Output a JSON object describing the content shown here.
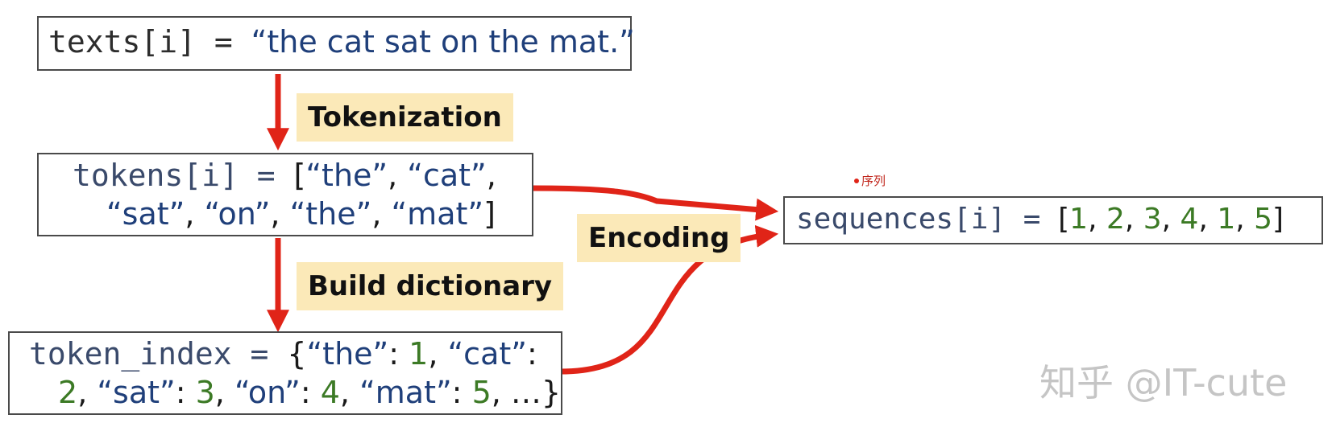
{
  "texts_box": {
    "code": "texts[i] = ",
    "value": "“the cat sat on the mat.”"
  },
  "tokens_box": {
    "code": "tokens[i] = ",
    "open": "[",
    "line1": [
      "“the”",
      ", ",
      "“cat”",
      ","
    ],
    "line2": [
      "“sat”",
      ", ",
      "“on”",
      ", ",
      "“the”",
      ", ",
      "“mat”"
    ],
    "close": "]"
  },
  "token_index_box": {
    "code": "token_index = ",
    "open": "{",
    "k1": "“the”",
    "v1": "1",
    "k2": "“cat”",
    "v2": "2",
    "k3": "“sat”",
    "v3": "3",
    "k4": "“on”",
    "v4": "4",
    "k5": "“mat”",
    "v5": "5",
    "tail": "…}"
  },
  "sequences_box": {
    "code": "sequences[i] = ",
    "open": "[",
    "values": [
      "1",
      "2",
      "3",
      "4",
      "1",
      "5"
    ],
    "close": "]",
    "annotation": "序列"
  },
  "labels": {
    "tokenization": "Tokenization",
    "build_dictionary": "Build dictionary",
    "encoding": "Encoding"
  },
  "watermark": "知乎 @IT-cute",
  "colors": {
    "arrow": "#e02418",
    "label_bg": "#fbe9b8",
    "string": "#1f3f7a",
    "number": "#3c7a25",
    "underline": "#e02418"
  }
}
